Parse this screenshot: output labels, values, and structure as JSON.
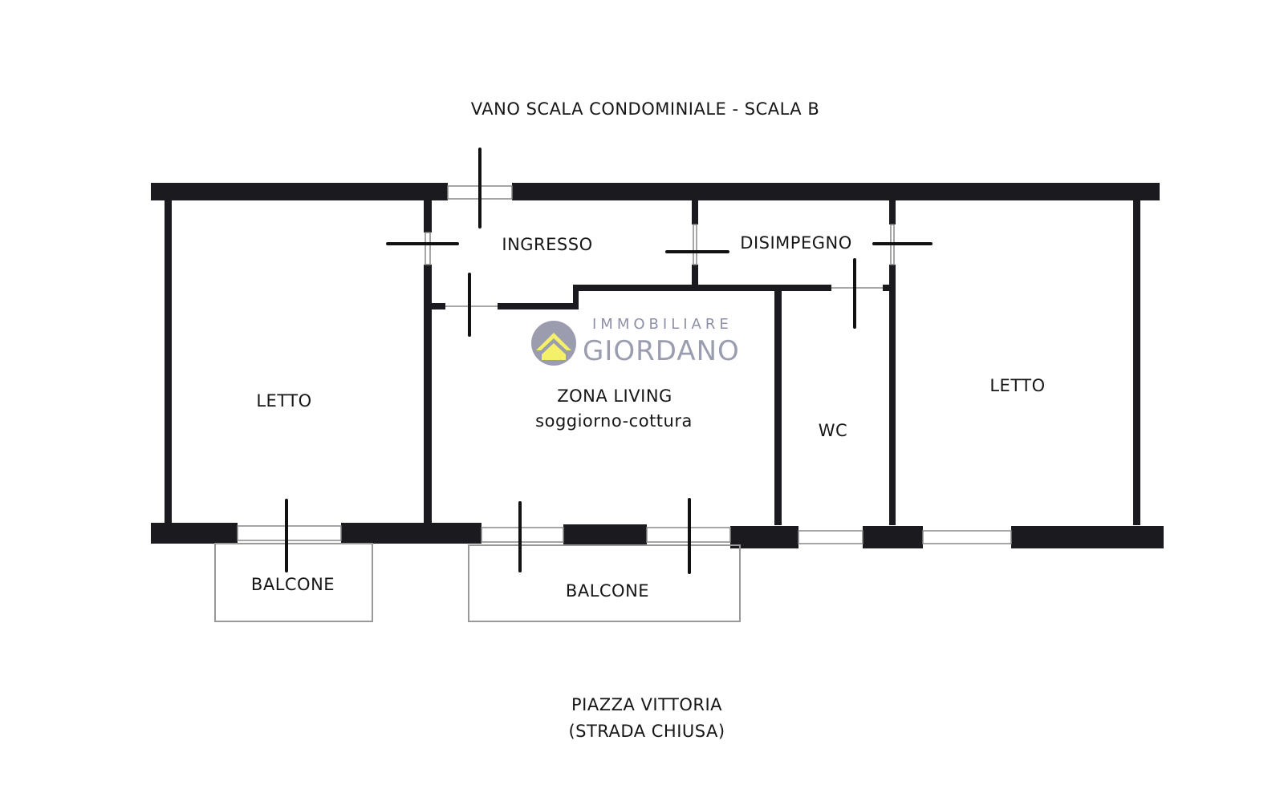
{
  "title": "VANO SCALA CONDOMINIALE - SCALA B",
  "rooms": {
    "ingresso": "INGRESSO",
    "disimpegno": "DISIMPEGNO",
    "letto_left": "LETTO",
    "letto_right": "LETTO",
    "zona_living": "ZONA LIVING",
    "zona_living_sub": "soggiorno-cottura",
    "wc": "WC",
    "balcone_left": "BALCONE",
    "balcone_right": "BALCONE"
  },
  "street": {
    "line1": "PIAZZA VITTORIA",
    "line2": "(STRADA CHIUSA)"
  },
  "logo": {
    "line1": "IMMOBILIARE",
    "line2": "GIORDANO"
  },
  "colors": {
    "wall": "#1a1a1f",
    "logo_circle": "#8a8ca0",
    "logo_house": "#f4f06a",
    "logo_text": "#8d90a8"
  }
}
